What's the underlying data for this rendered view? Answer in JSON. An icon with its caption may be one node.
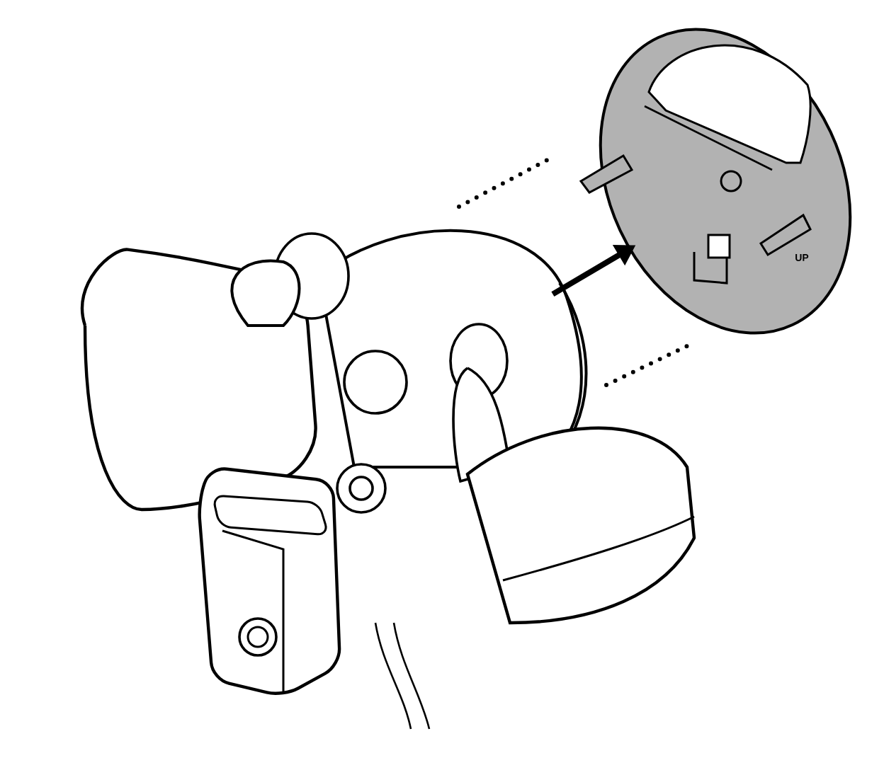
{
  "diagram": {
    "nodes": [
      {
        "text": [],
        "shape": "picture"
      },
      {
        "text": [],
        "shape": "picture"
      }
    ],
    "edges": [
      {
        "from": 0,
        "to": 1,
        "arrow": "to"
      }
    ],
    "labels": [
      "UP"
    ]
  }
}
